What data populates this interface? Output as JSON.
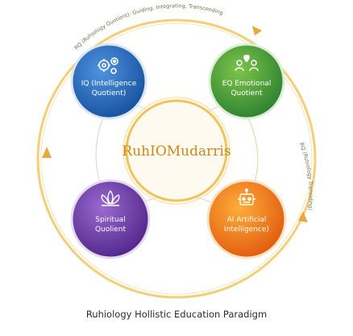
{
  "diagram": {
    "center_label": "RuhIOMudarris",
    "top_arc_label": "RQ (Ruhiology Quotient): Guiding, Integrating, Transcending",
    "right_arc_label": "RQ (Ruhiology Transiding)",
    "caption": "Ruhiology Hollistic Education Paradigm",
    "nodes": {
      "iq": {
        "line1": "IQ (Intelligence",
        "line2": "Quotient)",
        "color": "#1d63b8",
        "icon": "gears-icon"
      },
      "eq": {
        "line1": "EQ Emotional",
        "line2": "Quotient",
        "color": "#3a9a3e",
        "icon": "people-heart-icon"
      },
      "sq": {
        "line1": "Spiritual",
        "line2": "Quolient",
        "color": "#6a3aa6",
        "icon": "lotus-icon"
      },
      "ai": {
        "line1": "AI Artificial",
        "line2": "Intelligence)",
        "color": "#f07a12",
        "icon": "robot-icon"
      }
    },
    "colors": {
      "ring": "#f3c860",
      "center_text": "#c8891b",
      "accent": "#e8a93a"
    }
  }
}
